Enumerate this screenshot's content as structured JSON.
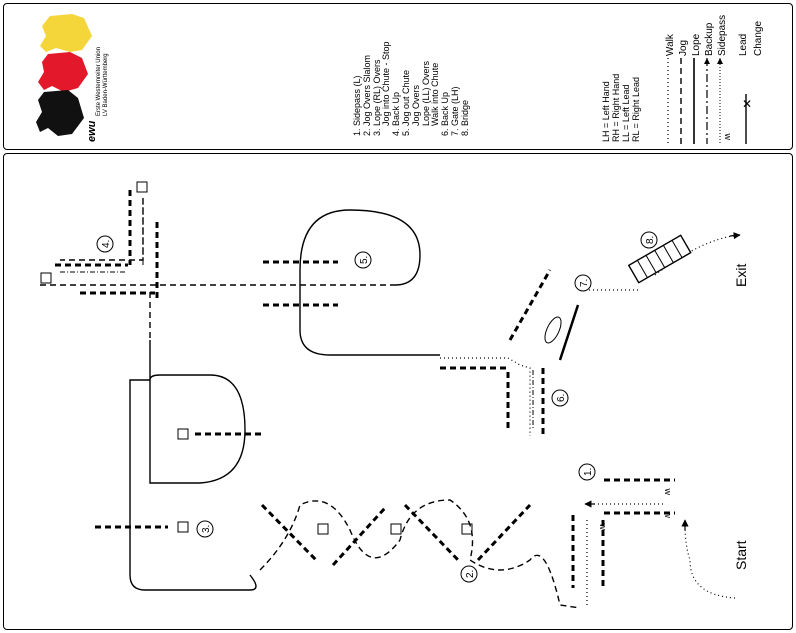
{
  "logo": {
    "mark": "ewu",
    "line1": "Erste Westernreiter Union",
    "line2": "LV Baden-Württemberg",
    "colors": [
      "#f5d63a",
      "#e3182a",
      "#111111"
    ]
  },
  "patterns": [
    "1. Sidepass (L)",
    "2. Jog Overs Slalom",
    "3. Lope (RL) Overs",
    "    Jog into Chute - Stop",
    "4. Back Up",
    "5. Jog out Chute",
    "    Jog Overs",
    "    Lope (LL) Overs",
    "    Walk into Chute",
    "6. Back Up",
    "7. Gate (LH)",
    "8. Bridge"
  ],
  "abbreviations": [
    "LH = Left Hand",
    "RH = Right Hand",
    "LL = Left Lead",
    "RL = Right Lead"
  ],
  "legend": [
    {
      "label": "Walk",
      "style": "dotted"
    },
    {
      "label": "Jog",
      "style": "dashed"
    },
    {
      "label": "Lope",
      "style": "solid"
    },
    {
      "label": "Backup",
      "style": "dash-dot-dot"
    },
    {
      "label": "Sidepass",
      "style": "sidepass"
    },
    {
      "label": "Lead",
      "style": "lead"
    },
    {
      "label": "Change",
      "style": "change"
    }
  ],
  "course": {
    "start_label": "Start",
    "exit_label": "Exit",
    "markers": [
      "1.",
      "2.",
      "3.",
      "4.",
      "5.",
      "6.",
      "7.",
      "8."
    ]
  }
}
